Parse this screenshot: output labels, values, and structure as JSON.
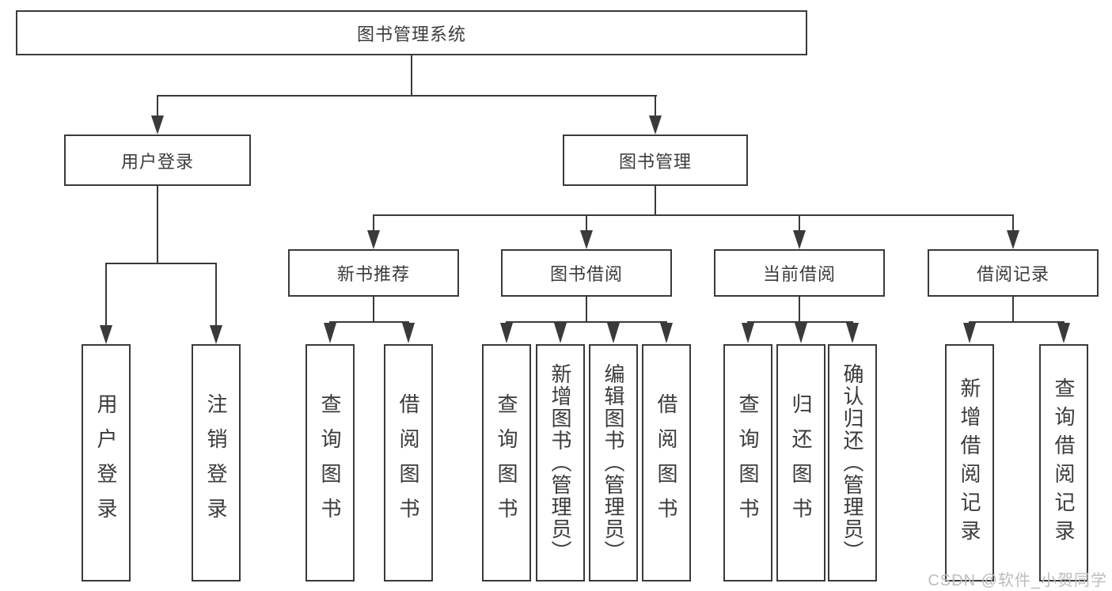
{
  "tree": {
    "root": "图书管理系统",
    "children": [
      {
        "label": "用户登录",
        "children": [
          {
            "label": "用户登录"
          },
          {
            "label": "注销登录"
          }
        ]
      },
      {
        "label": "图书管理",
        "children": [
          {
            "label": "新书推荐",
            "children": [
              {
                "label": "查询图书"
              },
              {
                "label": "借阅图书"
              }
            ]
          },
          {
            "label": "图书借阅",
            "children": [
              {
                "label": "查询图书"
              },
              {
                "label": "新增图书（管理员）"
              },
              {
                "label": "编辑图书（管理员）"
              },
              {
                "label": "借阅图书"
              }
            ]
          },
          {
            "label": "当前借阅",
            "children": [
              {
                "label": "查询图书"
              },
              {
                "label": "归还图书"
              },
              {
                "label": "确认归还（管理员）"
              }
            ]
          },
          {
            "label": "借阅记录",
            "children": [
              {
                "label": "新增借阅记录"
              },
              {
                "label": "查询借阅记录"
              }
            ]
          }
        ]
      }
    ]
  },
  "watermark": {
    "text": "CSDN @软件_小贺同学"
  },
  "colors": {
    "line": "#3a3a3a",
    "text": "#3b3b3b",
    "box_background": "#ffffff",
    "watermark": "#bdbdbd"
  }
}
